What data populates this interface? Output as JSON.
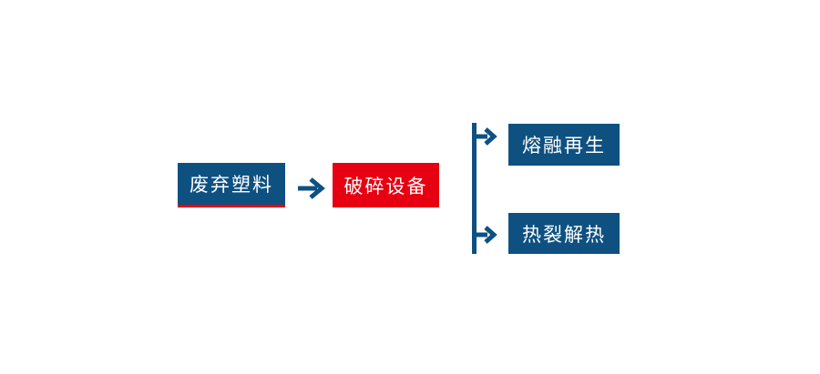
{
  "colors": {
    "background": "#ffffff",
    "box-blue": "#0e5181",
    "box-red": "#e60012",
    "arrow-blue": "#0e5181",
    "accent-red-underline": "#e60012",
    "text": "#ffffff"
  },
  "diagram": {
    "type": "flowchart",
    "nodes": [
      {
        "id": "waste-plastic",
        "label": "废弃塑料",
        "style": "blue-with-red-underline"
      },
      {
        "id": "crushing-equipment",
        "label": "破碎设备",
        "style": "red"
      },
      {
        "id": "melt-regeneration",
        "label": "熔融再生",
        "style": "blue"
      },
      {
        "id": "pyrolysis",
        "label": "热裂解热",
        "style": "blue"
      }
    ],
    "edges": [
      {
        "from": "waste-plastic",
        "to": "crushing-equipment"
      },
      {
        "from": "crushing-equipment",
        "to": "melt-regeneration"
      },
      {
        "from": "crushing-equipment",
        "to": "pyrolysis"
      }
    ]
  }
}
